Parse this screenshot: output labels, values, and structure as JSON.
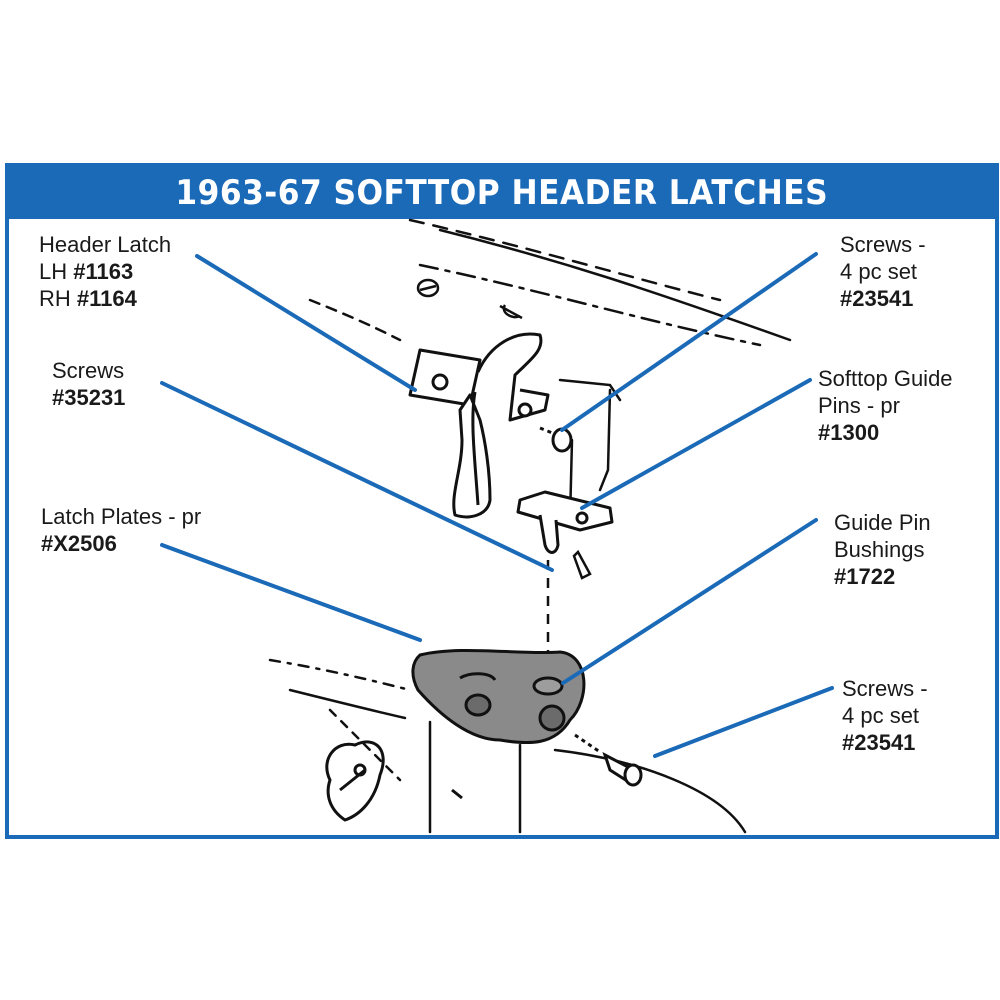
{
  "title": "1963-67 SOFTTOP HEADER LATCHES",
  "colors": {
    "accent": "#1b6ab8",
    "leader": "#1b6ab8",
    "drawing": "#111111",
    "plate": "#8a8a8a"
  },
  "labels": {
    "header_latch": {
      "line1": "Header Latch",
      "lh_prefix": "LH ",
      "lh_part": "#1163",
      "rh_prefix": "RH ",
      "rh_part": "#1164"
    },
    "screws_left": {
      "line1": "Screws",
      "part": "#35231"
    },
    "latch_plates": {
      "line1": "Latch Plates - pr",
      "part": "#X2506"
    },
    "screws_top_right": {
      "line1": "Screws -",
      "line2": "4 pc set",
      "part": "#23541"
    },
    "guide_pins": {
      "line1": "Softtop Guide",
      "line2": "Pins - pr",
      "part": "#1300"
    },
    "bushings": {
      "line1": "Guide Pin",
      "line2": "Bushings",
      "part": "#1722"
    },
    "screws_bottom_right": {
      "line1": "Screws -",
      "line2": "4 pc set",
      "part": "#23541"
    }
  }
}
